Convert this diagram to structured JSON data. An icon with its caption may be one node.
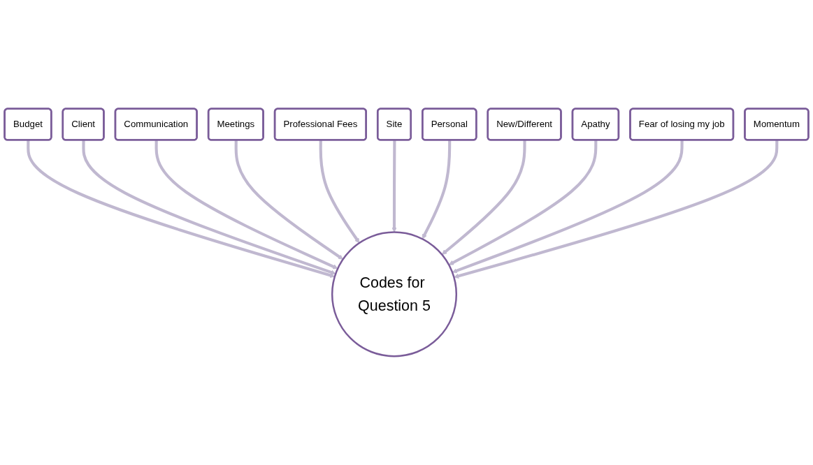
{
  "diagram": {
    "nodes": [
      {
        "text": [
          "Budget"
        ]
      },
      {
        "text": [
          "Client"
        ]
      },
      {
        "text": [
          "Communication"
        ]
      },
      {
        "text": [
          "Meetings"
        ]
      },
      {
        "text": [
          "Professional Fees"
        ]
      },
      {
        "text": [
          "Site"
        ]
      },
      {
        "text": [
          "Personal"
        ]
      },
      {
        "text": [
          "New/Different"
        ]
      },
      {
        "text": [
          "Apathy"
        ]
      },
      {
        "text": [
          "Fear of losing my job"
        ]
      },
      {
        "text": [
          "Momentum"
        ]
      },
      {
        "text": [
          "Codes for Question 5"
        ]
      }
    ],
    "edges": [
      {
        "from": 0,
        "to": 11,
        "arrow": "to"
      },
      {
        "from": 1,
        "to": 11,
        "arrow": "to"
      },
      {
        "from": 2,
        "to": 11,
        "arrow": "to"
      },
      {
        "from": 3,
        "to": 11,
        "arrow": "to"
      },
      {
        "from": 4,
        "to": 11,
        "arrow": "to"
      },
      {
        "from": 5,
        "to": 11,
        "arrow": "to"
      },
      {
        "from": 6,
        "to": 11,
        "arrow": "to"
      },
      {
        "from": 7,
        "to": 11,
        "arrow": "to"
      },
      {
        "from": 8,
        "to": 11,
        "arrow": "to"
      },
      {
        "from": 9,
        "to": 11,
        "arrow": "to"
      },
      {
        "from": 10,
        "to": 11,
        "arrow": "to"
      }
    ]
  }
}
